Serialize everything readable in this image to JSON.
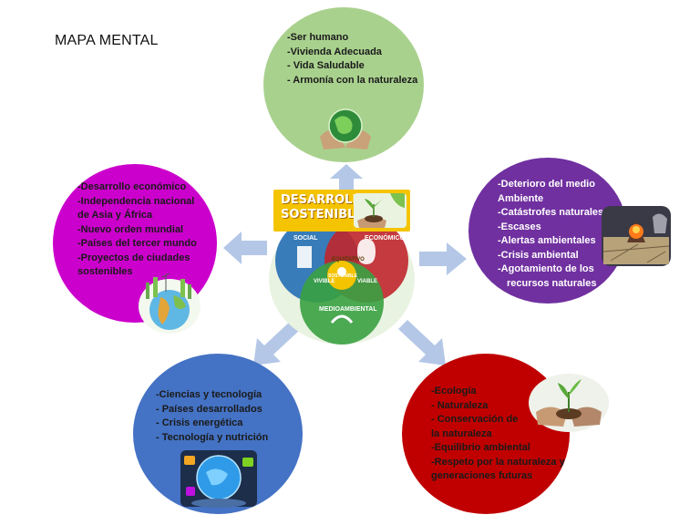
{
  "title": "MAPA MENTAL",
  "center": {
    "badge_line1": "DESARROLLO",
    "badge_line2": "SOSTENIBLE",
    "social": "SOCIAL",
    "economico": "ECONÓMICO",
    "medioambiental": "MEDIOAMBIENTAL",
    "equitativo": "EQUITATIVO",
    "vivible": "VIVIBLE",
    "viable": "VIABLE",
    "sostenible": "SOSTENIBLE"
  },
  "nodes": {
    "top": {
      "color": "#a9d18e",
      "lines": [
        "-Ser humano",
        "-Vivienda Adecuada",
        "- Vida Saludable",
        "- Armonía con la naturaleza"
      ]
    },
    "left": {
      "color": "#cc00cc",
      "lines": [
        "-Desarrollo económico",
        "-Independencia nacional",
        "de Asia y África",
        "-Nuevo orden mundial",
        "-Países del tercer mundo",
        "-Proyectos de ciudades",
        "sostenibles"
      ]
    },
    "right": {
      "color": "#7030a0",
      "lines": [
        "-Deterioro del medio",
        "Ambiente",
        "-Catástrofes naturales",
        "-Escases",
        "-Alertas ambientales",
        "-Crisis ambiental",
        "-Agotamiento de los",
        "recursos naturales"
      ]
    },
    "bottom_left": {
      "color": "#4472c4",
      "lines": [
        "-Ciencias y tecnología",
        "- Países desarrollados",
        "- Crisis energética",
        "- Tecnología y nutrición"
      ]
    },
    "bottom_right": {
      "color": "#c00000",
      "lines": [
        "-Ecología",
        "- Naturaleza",
        "- Conservación de",
        "la naturaleza",
        "-Equilibrio ambiental",
        "-Respeto por la naturaleza y",
        "generaciones futuras"
      ]
    }
  },
  "arrow_color": "#b4c7e7"
}
